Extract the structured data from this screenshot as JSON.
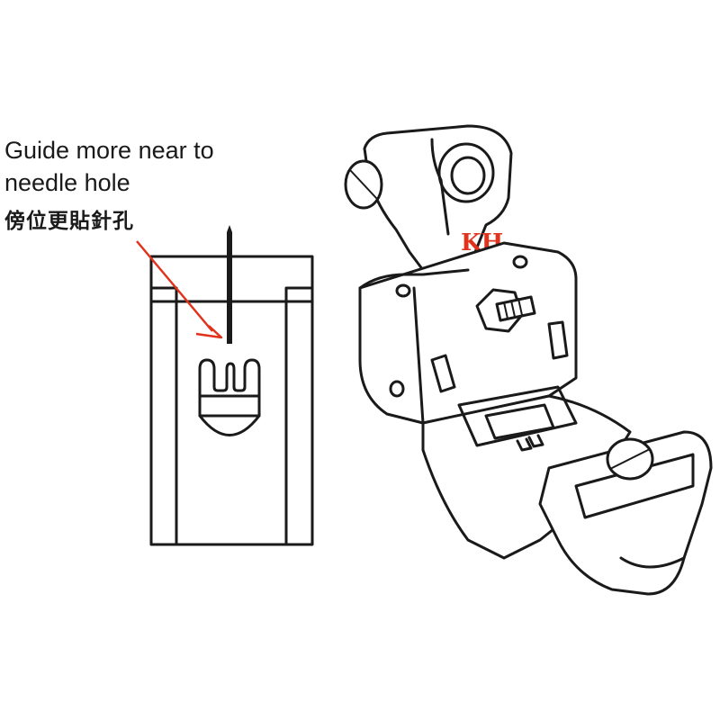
{
  "annotation": {
    "line1": "Guide more near to",
    "line2": "needle hole",
    "line3": "傍位更貼針孔"
  },
  "brand_mark": "KH",
  "colors": {
    "line": "#1a1a1a",
    "arrow": "#e0331c",
    "brand": "#e0331c",
    "background": "#ffffff"
  }
}
